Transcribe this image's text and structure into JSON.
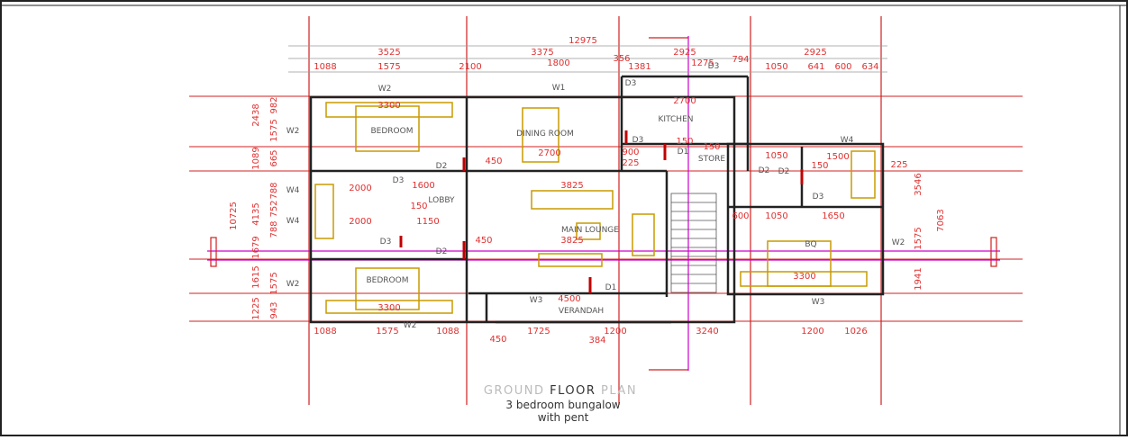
{
  "overall_width": "12975",
  "top_dims_row1": [
    "3525",
    "3375",
    "2925",
    "2925"
  ],
  "top_dims_row2": [
    "1088",
    "1575",
    "2100",
    "1800",
    "356",
    "1381",
    "1275",
    "794",
    "1050",
    "641",
    "600",
    "634"
  ],
  "bottom_dims": [
    "1088",
    "1575",
    "1088",
    "450",
    "1725",
    "1200",
    "384",
    "3240",
    "1200",
    "1026"
  ],
  "left_dims_outer": [
    "10725"
  ],
  "left_dims_mid": [
    "2438",
    "1089",
    "4135",
    "1679",
    "1615",
    "1225"
  ],
  "left_dims_inner": [
    "982",
    "1575",
    "665",
    "788",
    "752",
    "788",
    "1575",
    "943"
  ],
  "right_dims": [
    "3546",
    "7063",
    "1575",
    "1941"
  ],
  "rooms": {
    "bedroom_top": "BEDROOM",
    "dining": "DINING ROOM",
    "kitchen": "KITCHEN",
    "store": "STORE",
    "lobby": "LOBBY",
    "main_lounge": "MAIN LOUNGE",
    "bedroom_bottom": "BEDROOM",
    "verandah": "VERANDAH",
    "bq": "BQ"
  },
  "room_dims": [
    "3300",
    "2700",
    "2700",
    "3825",
    "3825",
    "3300",
    "3300",
    "4500",
    "1600",
    "2000",
    "2000",
    "1150",
    "150",
    "1050",
    "1650",
    "1500",
    "150",
    "225",
    "450",
    "450",
    "900",
    "225",
    "150",
    "150",
    "1050",
    "600"
  ],
  "markers": [
    "W2",
    "W1",
    "W2",
    "W2",
    "W4",
    "W4",
    "W2",
    "W3",
    "W3",
    "W4",
    "W2",
    "D3",
    "D3",
    "D2",
    "D2",
    "D3",
    "D3",
    "D2",
    "D1",
    "D3",
    "D2",
    "D1",
    "D3"
  ],
  "title": {
    "line1_pre": "GROUND ",
    "line1_bold": "FLOOR",
    "line1_post": " PLAN",
    "line2": "3 bedroom bungalow",
    "line3": "with pent"
  },
  "colors": {
    "dimension": "#e03030",
    "grid": "#d02020",
    "wall": "#222222",
    "furniture": "#c89a00",
    "section": "#cc00cc"
  }
}
